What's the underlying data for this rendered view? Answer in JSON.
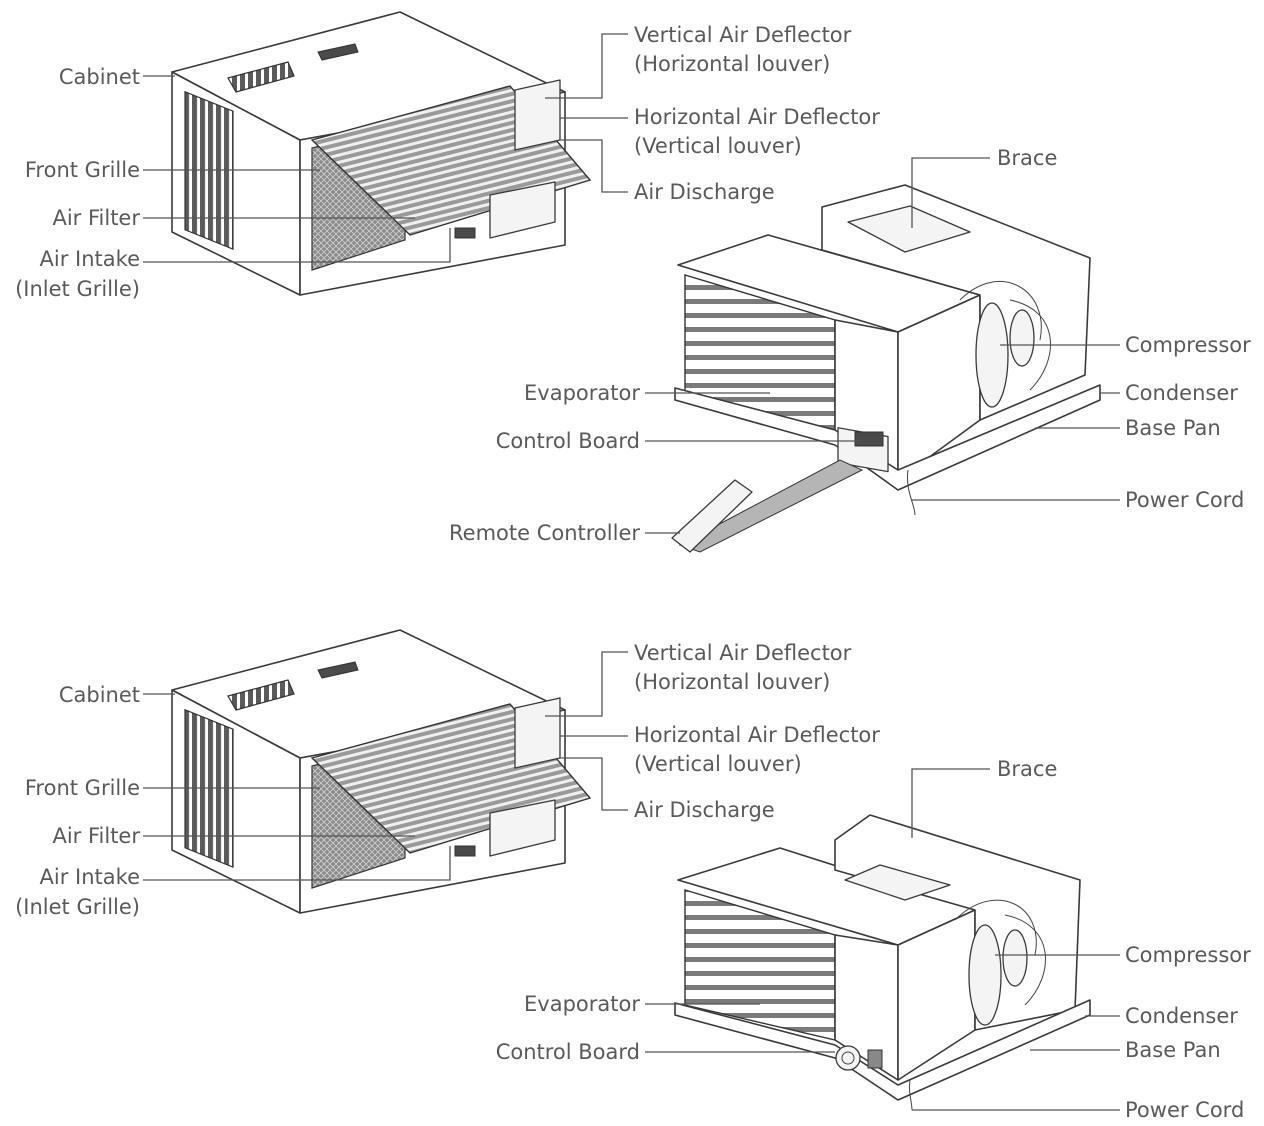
{
  "diagrams": [
    {
      "front_labels": {
        "cabinet": "Cabinet",
        "front_grille": "Front Grille",
        "air_filter": "Air Filter",
        "air_intake_1": "Air Intake",
        "air_intake_2": "(Inlet Grille)",
        "vertical_deflector_1": "Vertical Air Deflector",
        "vertical_deflector_2": "(Horizontal louver)",
        "horizontal_deflector_1": "Horizontal Air Deflector",
        "horizontal_deflector_2": "(Vertical louver)",
        "air_discharge": "Air Discharge"
      },
      "chassis_labels": {
        "brace": "Brace",
        "compressor": "Compressor",
        "condenser": "Condenser",
        "base_pan": "Base Pan",
        "power_cord": "Power Cord",
        "evaporator": "Evaporator",
        "control_board": "Control Board",
        "remote_controller": "Remote Controller"
      }
    },
    {
      "front_labels": {
        "cabinet": "Cabinet",
        "front_grille": "Front Grille",
        "air_filter": "Air Filter",
        "air_intake_1": "Air Intake",
        "air_intake_2": "(Inlet Grille)",
        "vertical_deflector_1": "Vertical Air Deflector",
        "vertical_deflector_2": "(Horizontal louver)",
        "horizontal_deflector_1": "Horizontal Air Deflector",
        "horizontal_deflector_2": "(Vertical louver)",
        "air_discharge": "Air Discharge"
      },
      "chassis_labels": {
        "brace": "Brace",
        "compressor": "Compressor",
        "condenser": "Condenser",
        "base_pan": "Base Pan",
        "power_cord": "Power Cord",
        "evaporator": "Evaporator",
        "control_board": "Control Board"
      }
    }
  ]
}
